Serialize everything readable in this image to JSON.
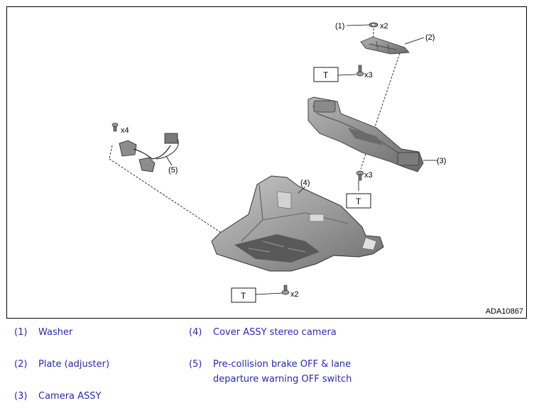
{
  "figure_id": "ADA10867",
  "callouts": {
    "c1": "(1)",
    "c2": "(2)",
    "c3": "(3)",
    "c4": "(4)",
    "c5": "(5)",
    "qty_x2_top": "x2",
    "qty_x3_upper": "x3",
    "qty_x3_lower": "x3",
    "qty_x4": "x4",
    "qty_x2_bottom": "x2"
  },
  "torque_label": "T",
  "legend": [
    {
      "num": "(1)",
      "text": "Washer"
    },
    {
      "num": "(2)",
      "text": "Plate (adjuster)"
    },
    {
      "num": "(3)",
      "text": "Camera ASSY"
    },
    {
      "num": "(4)",
      "text": "Cover ASSY stereo camera"
    },
    {
      "num": "(5)",
      "text_line1": "Pre-collision brake OFF & lane",
      "text_line2": "departure warning OFF switch"
    }
  ],
  "colors": {
    "legend_text": "#2a2aa8",
    "part_fill": "#9a9a9a",
    "part_dark": "#5a5a5a"
  }
}
